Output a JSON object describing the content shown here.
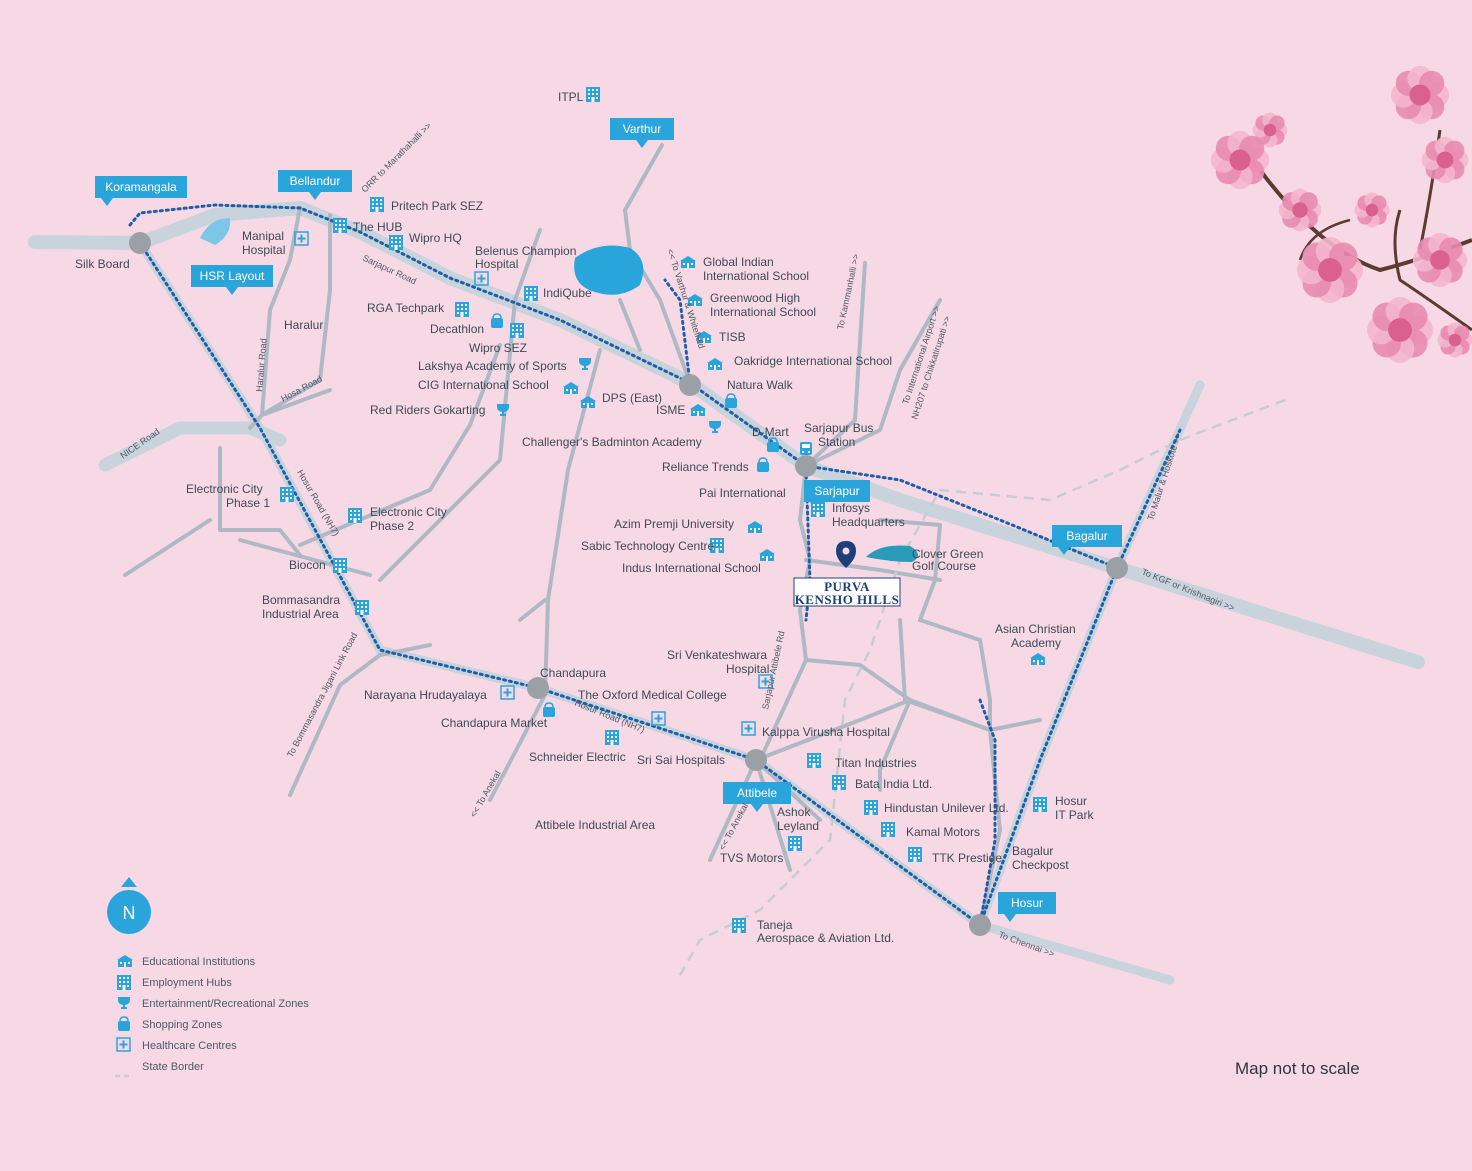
{
  "colors": {
    "background": "#f7d9e6",
    "major_road": "#c8d3dc",
    "minor_road": "#aeb9c3",
    "route_dots": "#1f5fa8",
    "location_tag": "#2aa5dc",
    "junction": "#9aa0a6",
    "water": "#2aa5dc",
    "project_pin": "#1f3f7a",
    "icon": "#2aa5dc"
  },
  "project": {
    "line1": "PURVA",
    "line2": "KENSHO HILLS"
  },
  "locations": [
    "Koramangala",
    "Bellandur",
    "HSR Layout",
    "Varthur",
    "Sarjapur",
    "Bagalur",
    "Attibele",
    "Hosur"
  ],
  "places": [
    {
      "label": "ITPL",
      "icon": "building-icon"
    },
    {
      "label": "Pritech Park SEZ",
      "icon": "building-icon"
    },
    {
      "label": "The HUB",
      "icon": "building-icon"
    },
    {
      "label": "Wipro HQ",
      "icon": "building-icon"
    },
    {
      "label": "Manipal",
      "icon": ""
    },
    {
      "label": "Hospital",
      "icon": "hospital-icon"
    },
    {
      "label": "Silk Board",
      "icon": ""
    },
    {
      "label": "Belenus Champion",
      "icon": ""
    },
    {
      "label": "Hospital",
      "icon": "hospital-icon"
    },
    {
      "label": "IndiQube",
      "icon": "building-icon"
    },
    {
      "label": "RGA Techpark",
      "icon": "building-icon"
    },
    {
      "label": "Decathlon",
      "icon": "bag-icon"
    },
    {
      "label": "Wipro SEZ",
      "icon": "building-icon"
    },
    {
      "label": "Lakshya Academy of Sports",
      "icon": "trophy-icon"
    },
    {
      "label": "CIG International School",
      "icon": "school-icon"
    },
    {
      "label": "Red Riders Gokarting",
      "icon": "trophy-icon"
    },
    {
      "label": "DPS (East)",
      "icon": "school-icon"
    },
    {
      "label": "ISME",
      "icon": "school-icon"
    },
    {
      "label": "Challenger's Badminton Academy",
      "icon": "trophy-icon"
    },
    {
      "label": "Haralur",
      "icon": ""
    },
    {
      "label": "Global Indian",
      "icon": "school-icon"
    },
    {
      "label": "International School",
      "icon": ""
    },
    {
      "label": "Greenwood High",
      "icon": "school-icon"
    },
    {
      "label": "International School",
      "icon": ""
    },
    {
      "label": "TISB",
      "icon": "school-icon"
    },
    {
      "label": "Oakridge International School",
      "icon": "school-icon"
    },
    {
      "label": "Natura Walk",
      "icon": "bag-icon"
    },
    {
      "label": "D-Mart",
      "icon": "bag-icon"
    },
    {
      "label": "Sarjapur Bus",
      "icon": "bus-icon"
    },
    {
      "label": "Station",
      "icon": ""
    },
    {
      "label": "Reliance Trends",
      "icon": "bag-icon"
    },
    {
      "label": "Pai International",
      "icon": ""
    },
    {
      "label": "Infosys",
      "icon": "building-icon"
    },
    {
      "label": "Headquarters",
      "icon": ""
    },
    {
      "label": "Azim Premji University",
      "icon": "school-icon"
    },
    {
      "label": "Sabic Technology Centre",
      "icon": "building-icon"
    },
    {
      "label": "Indus International School",
      "icon": "school-icon"
    },
    {
      "label": "Clover Green",
      "icon": ""
    },
    {
      "label": "Golf Course",
      "icon": ""
    },
    {
      "label": "Electronic City",
      "icon": ""
    },
    {
      "label": "Phase 1",
      "icon": "building-icon"
    },
    {
      "label": "Electronic City",
      "icon": "building-icon"
    },
    {
      "label": "Phase 2",
      "icon": ""
    },
    {
      "label": "Biocon",
      "icon": "building-icon"
    },
    {
      "label": "Bommasandra",
      "icon": ""
    },
    {
      "label": "Industrial Area",
      "icon": "building-icon"
    },
    {
      "label": "Asian Christian",
      "icon": ""
    },
    {
      "label": "Academy",
      "icon": "school-icon"
    },
    {
      "label": "Sri Venkateshwara",
      "icon": ""
    },
    {
      "label": "Hospital",
      "icon": "hospital-icon"
    },
    {
      "label": "Chandapura",
      "icon": ""
    },
    {
      "label": "Narayana Hrudayalaya",
      "icon": "hospital-icon"
    },
    {
      "label": "The Oxford Medical College",
      "icon": ""
    },
    {
      "label": "Chandapura Market",
      "icon": "bag-icon"
    },
    {
      "label": "Kalppa Virusha Hospital",
      "icon": "hospital-icon"
    },
    {
      "label": "Schneider Electric",
      "icon": "building-icon"
    },
    {
      "label": "Sri Sai Hospitals",
      "icon": "hospital-icon"
    },
    {
      "label": "Titan Industries",
      "icon": "building-icon"
    },
    {
      "label": "Bata India Ltd.",
      "icon": "building-icon"
    },
    {
      "label": "Ashok",
      "icon": ""
    },
    {
      "label": "Leyland",
      "icon": "building-icon"
    },
    {
      "label": "Hindustan Unilever Ltd.",
      "icon": "building-icon"
    },
    {
      "label": "Hosur",
      "icon": "building-icon"
    },
    {
      "label": "IT Park",
      "icon": ""
    },
    {
      "label": "Kamal Motors",
      "icon": "building-icon"
    },
    {
      "label": "TTK Prestige",
      "icon": "building-icon"
    },
    {
      "label": "Bagalur",
      "icon": ""
    },
    {
      "label": "Checkpost",
      "icon": ""
    },
    {
      "label": "Attibele Industrial Area",
      "icon": ""
    },
    {
      "label": "TVS Motors",
      "icon": ""
    },
    {
      "label": "Taneja",
      "icon": "building-icon"
    },
    {
      "label": "Aerospace & Aviation Ltd.",
      "icon": ""
    }
  ],
  "road_labels": [
    "ORR to Marathahalli >>",
    "Sarjapur Road",
    "Haralur Road",
    "Hosa Road",
    "NICE Road",
    "Hosur Road (NH7)",
    "<< To Varthur & Whitefield",
    "To Kammanhalli >>",
    "To International Airport >>",
    "NH207 to Chikkatirupati >>",
    "To Malur & Hoskote >>",
    "To KGF or Krishnagiri >>",
    "Sarjapur Attibele Rd",
    "To Bommasandra Jigani Link Road",
    "<< To Anekal",
    "Hosur Road (NH7)",
    "<< To Anekal",
    "To Chennai >>"
  ],
  "legend": {
    "compass": "N",
    "items": [
      {
        "icon": "school-icon",
        "label": "Educational Institutions"
      },
      {
        "icon": "building-icon",
        "label": "Employment Hubs"
      },
      {
        "icon": "trophy-icon",
        "label": "Entertainment/Recreational Zones"
      },
      {
        "icon": "bag-icon",
        "label": "Shopping Zones"
      },
      {
        "icon": "hospital-icon",
        "label": "Healthcare Centres"
      },
      {
        "icon": "dash-line",
        "label": "State Border"
      }
    ]
  },
  "note": "Map not to scale"
}
